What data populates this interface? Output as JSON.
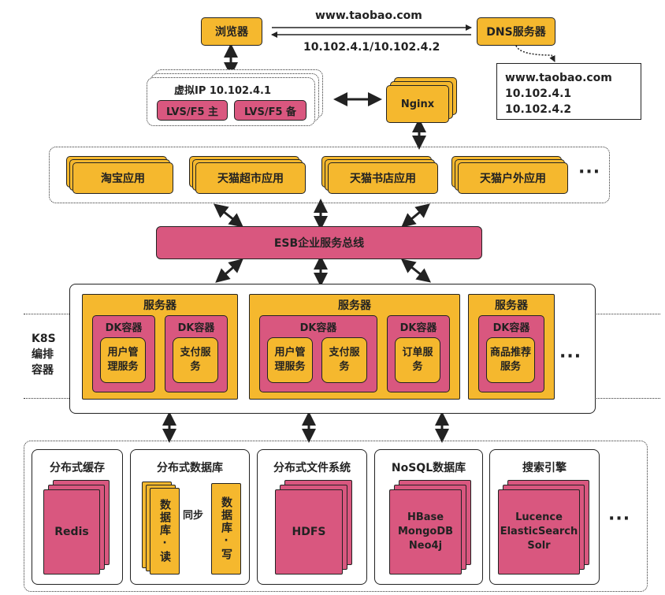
{
  "top": {
    "browser": "浏览器",
    "dns": "DNS服务器",
    "domain": "www.taobao.com",
    "ips": "10.102.4.1/10.102.4.2",
    "dns_box": [
      "www.taobao.com",
      "10.102.4.1",
      "10.102.4.2"
    ],
    "virtual_ip": "虚拟IP 10.102.4.1",
    "lvs_main": "LVS/F5 主",
    "lvs_backup": "LVS/F5 备",
    "nginx": "Nginx"
  },
  "apps": {
    "items": [
      "淘宝应用",
      "天猫超市应用",
      "天猫书店应用",
      "天猫户外应用"
    ],
    "more": "···"
  },
  "esb": "ESB企业服务总线",
  "k8s": {
    "label": [
      "K8S",
      "编排",
      "容器"
    ],
    "servers": [
      {
        "title": "服务器",
        "containers": [
          {
            "title": "DK容器",
            "services": [
              "用户管理服务"
            ]
          },
          {
            "title": "DK容器",
            "services": [
              "支付服务"
            ]
          }
        ]
      },
      {
        "title": "服务器",
        "containers": [
          {
            "title": "DK容器",
            "services": [
              "用户管理服务",
              "支付服务"
            ]
          },
          {
            "title": "DK容器",
            "services": [
              "订单服务"
            ]
          }
        ]
      },
      {
        "title": "服务器",
        "containers": [
          {
            "title": "DK容器",
            "services": [
              "商品推荐服务"
            ]
          }
        ]
      }
    ],
    "more": "···"
  },
  "storage": {
    "items": [
      {
        "title": "分布式缓存",
        "content": "Redis"
      },
      {
        "title": "分布式数据库",
        "read": "数据库·读",
        "write": "数据库·写",
        "sync": "同步"
      },
      {
        "title": "分布式文件系统",
        "content": "HDFS"
      },
      {
        "title": "NoSQL数据库",
        "content": "HBase\nMongoDB\nNeo4j"
      },
      {
        "title": "搜索引擎",
        "content": "Lucence\nElasticSearch\nSolr"
      }
    ],
    "more": "···"
  },
  "colors": {
    "yellow": "#f5b82e",
    "pink": "#d9577f",
    "outline": "#222222"
  }
}
